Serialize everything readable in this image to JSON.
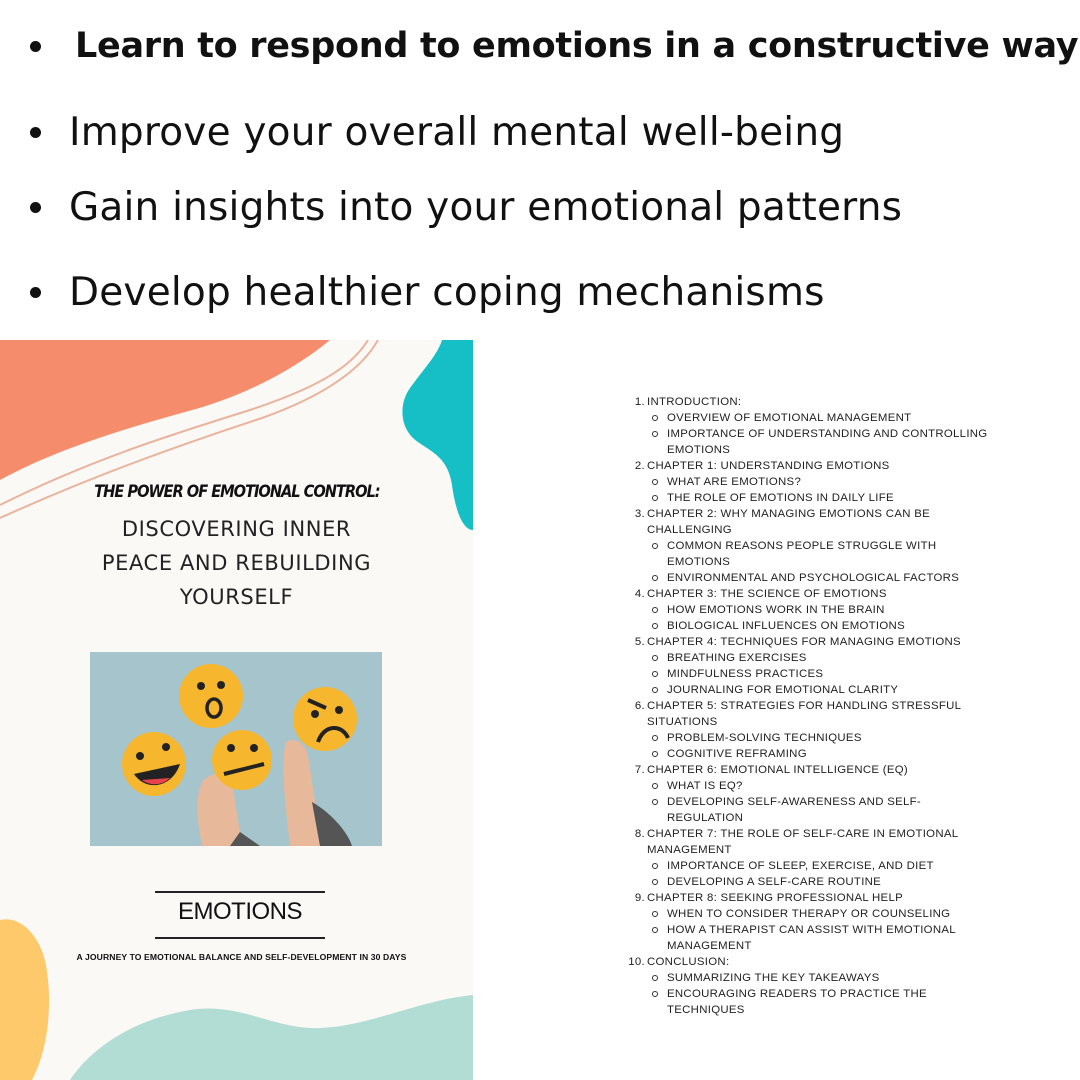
{
  "benefits": [
    "Learn to respond to emotions in a constructive way",
    "Improve your overall mental well-being",
    "Gain insights into your emotional patterns",
    "Develop healthier coping mechanisms"
  ],
  "cover": {
    "title": "THE POWER OF EMOTIONAL CONTROL:",
    "subtitle_lines": [
      "DISCOVERING INNER",
      "PEACE AND REBUILDING",
      "YOURSELF"
    ],
    "label": "EMOTIONS",
    "tagline": "A JOURNEY TO EMOTIONAL BALANCE AND SELF-DEVELOPMENT IN 30 DAYS",
    "colors": {
      "coral": "#f58c6b",
      "teal": "#16bfc6",
      "mint": "#b2ddd5",
      "yellow": "#fdc96b",
      "photo_bg": "#a6c4cc",
      "face": "#f6b62e"
    }
  },
  "toc": [
    {
      "num": "1.",
      "lines": [
        "INTRODUCTION:"
      ],
      "subs": [
        [
          "OVERVIEW OF EMOTIONAL MANAGEMENT"
        ],
        [
          "IMPORTANCE OF UNDERSTANDING AND CONTROLLING",
          "EMOTIONS"
        ]
      ]
    },
    {
      "num": "2.",
      "lines": [
        "CHAPTER 1: UNDERSTANDING EMOTIONS"
      ],
      "subs": [
        [
          "WHAT ARE EMOTIONS?"
        ],
        [
          "THE ROLE OF EMOTIONS IN DAILY LIFE"
        ]
      ]
    },
    {
      "num": "3.",
      "lines": [
        "CHAPTER 2: WHY MANAGING EMOTIONS CAN BE",
        "CHALLENGING"
      ],
      "subs": [
        [
          "COMMON REASONS PEOPLE STRUGGLE WITH",
          "EMOTIONS"
        ],
        [
          "ENVIRONMENTAL AND PSYCHOLOGICAL FACTORS"
        ]
      ]
    },
    {
      "num": "4.",
      "lines": [
        "CHAPTER 3: THE SCIENCE OF EMOTIONS"
      ],
      "subs": [
        [
          "HOW EMOTIONS WORK IN THE BRAIN"
        ],
        [
          "BIOLOGICAL INFLUENCES ON EMOTIONS"
        ]
      ]
    },
    {
      "num": "5.",
      "lines": [
        "CHAPTER 4: TECHNIQUES FOR MANAGING EMOTIONS"
      ],
      "subs": [
        [
          "BREATHING EXERCISES"
        ],
        [
          "MINDFULNESS PRACTICES"
        ],
        [
          "JOURNALING FOR EMOTIONAL CLARITY"
        ]
      ]
    },
    {
      "num": "6.",
      "lines": [
        "CHAPTER 5: STRATEGIES FOR HANDLING STRESSFUL",
        "SITUATIONS"
      ],
      "subs": [
        [
          "PROBLEM-SOLVING TECHNIQUES"
        ],
        [
          "COGNITIVE REFRAMING"
        ]
      ]
    },
    {
      "num": "7.",
      "lines": [
        "CHAPTER 6: EMOTIONAL INTELLIGENCE (EQ)"
      ],
      "subs": [
        [
          "WHAT IS EQ?"
        ],
        [
          "DEVELOPING SELF-AWARENESS AND SELF-",
          "REGULATION"
        ]
      ]
    },
    {
      "num": "8.",
      "lines": [
        "CHAPTER 7: THE ROLE OF SELF-CARE IN EMOTIONAL",
        "MANAGEMENT"
      ],
      "subs": [
        [
          "IMPORTANCE OF SLEEP, EXERCISE, AND DIET"
        ],
        [
          "DEVELOPING A SELF-CARE ROUTINE"
        ]
      ]
    },
    {
      "num": "9.",
      "lines": [
        "CHAPTER 8: SEEKING PROFESSIONAL HELP"
      ],
      "subs": [
        [
          "WHEN TO CONSIDER THERAPY OR COUNSELING"
        ],
        [
          "HOW A THERAPIST CAN ASSIST WITH EMOTIONAL",
          "MANAGEMENT"
        ]
      ]
    },
    {
      "num": "10.",
      "lines": [
        "CONCLUSION:"
      ],
      "subs": [
        [
          "SUMMARIZING THE KEY TAKEAWAYS"
        ],
        [
          "ENCOURAGING READERS TO PRACTICE THE",
          "TECHNIQUES"
        ]
      ]
    }
  ]
}
